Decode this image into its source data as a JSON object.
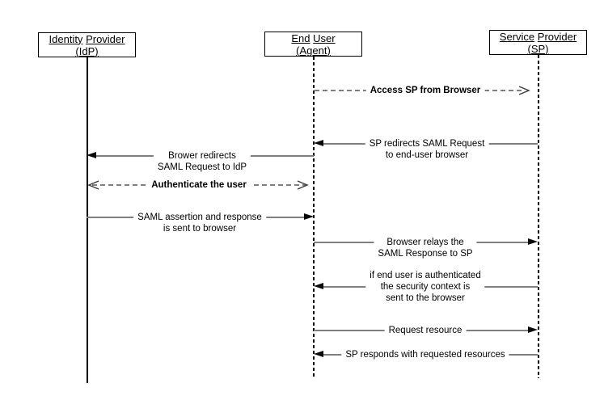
{
  "diagram": {
    "type": "sequence-diagram",
    "subject": "SAML web browser single sign-on flow",
    "colors": {
      "background": "#ffffff",
      "message_line": "#7f7f7f",
      "lifeline": "#000000",
      "box_border": "#000000",
      "text": "#000000"
    },
    "actors": [
      {
        "id": "idp",
        "line1": "Identity Provider",
        "line2": "(IdP)",
        "lifeline_style": "solid"
      },
      {
        "id": "end-user",
        "line1": "End User",
        "line2": "(Agent)",
        "lifeline_style": "dashed"
      },
      {
        "id": "sp",
        "line1": "Service Provider",
        "line2": "(SP)",
        "lifeline_style": "dashed"
      }
    ],
    "messages": [
      {
        "from": "End User (Agent)",
        "to": "Service Provider (SP)",
        "line_style": "dashed",
        "arrowhead": "open-right",
        "bold": true,
        "lines": [
          "Access SP from Browser"
        ]
      },
      {
        "from": "Service Provider (SP)",
        "to": "End User (Agent)",
        "line_style": "solid",
        "arrowhead": "filled-left",
        "bold": false,
        "lines": [
          "SP redirects SAML Request",
          "to end-user browser"
        ]
      },
      {
        "from": "End User (Agent)",
        "to": "Identity Provider (IdP)",
        "line_style": "solid",
        "arrowhead": "filled-left",
        "bold": false,
        "lines": [
          "Brower redirects",
          "SAML Request to IdP"
        ]
      },
      {
        "from": "Identity Provider (IdP)",
        "to": "End User (Agent)",
        "line_style": "dashed",
        "arrowhead": "open-both",
        "bold": true,
        "lines": [
          "Authenticate the user"
        ]
      },
      {
        "from": "Identity Provider (IdP)",
        "to": "End User (Agent)",
        "line_style": "solid",
        "arrowhead": "filled-right",
        "bold": false,
        "lines": [
          "SAML assertion and response",
          "is sent to browser"
        ]
      },
      {
        "from": "End User (Agent)",
        "to": "Service Provider (SP)",
        "line_style": "solid",
        "arrowhead": "filled-right",
        "bold": false,
        "lines": [
          "Browser relays the",
          "SAML Response to SP"
        ]
      },
      {
        "from": "Service Provider (SP)",
        "to": "End User (Agent)",
        "line_style": "solid",
        "arrowhead": "filled-left",
        "bold": false,
        "lines": [
          "if end user is authenticated",
          "the security context is",
          "sent to the browser"
        ]
      },
      {
        "from": "End User (Agent)",
        "to": "Service Provider (SP)",
        "line_style": "solid",
        "arrowhead": "filled-right",
        "bold": false,
        "lines": [
          "Request resource"
        ]
      },
      {
        "from": "Service Provider (SP)",
        "to": "End User (Agent)",
        "line_style": "solid",
        "arrowhead": "filled-left",
        "bold": false,
        "lines": [
          "SP responds with requested resources"
        ]
      }
    ]
  }
}
